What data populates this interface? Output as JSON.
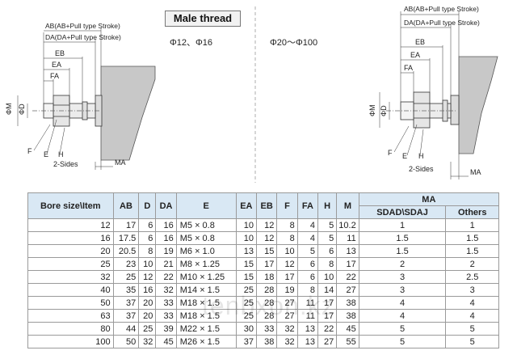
{
  "heading": "Male thread",
  "range_left": "Φ12、Φ16",
  "range_right": "Φ20～Φ100",
  "labels": {
    "ab": "AB(AB+Pull type Stroke)",
    "da": "DA(DA+Pull type Stroke)",
    "eb": "EB",
    "ea": "EA",
    "fa": "FA",
    "m": "ΦM",
    "d": "ΦD",
    "f": "F",
    "e": "E",
    "h": "H",
    "sides": "2-Sides",
    "ma": "MA"
  },
  "table": {
    "headers": [
      "Bore size\\Item",
      "AB",
      "D",
      "DA",
      "E",
      "EA",
      "EB",
      "F",
      "FA",
      "H",
      "M",
      "MA"
    ],
    "ma_sub": [
      "SDAD\\SDAJ",
      "Others"
    ],
    "rows": [
      [
        "12",
        "17",
        "6",
        "16",
        "M5 × 0.8",
        "10",
        "12",
        "8",
        "4",
        "5",
        "10.2",
        "1",
        "1"
      ],
      [
        "16",
        "17.5",
        "6",
        "16",
        "M5 × 0.8",
        "10",
        "12",
        "8",
        "4",
        "5",
        "11",
        "1.5",
        "1.5"
      ],
      [
        "20",
        "20.5",
        "8",
        "19",
        "M6 × 1.0",
        "13",
        "15",
        "10",
        "5",
        "6",
        "13",
        "1.5",
        "1.5"
      ],
      [
        "25",
        "23",
        "10",
        "21",
        "M8 × 1.25",
        "15",
        "17",
        "12",
        "6",
        "8",
        "17",
        "2",
        "2"
      ],
      [
        "32",
        "25",
        "12",
        "22",
        "M10 × 1.25",
        "15",
        "18",
        "17",
        "6",
        "10",
        "22",
        "3",
        "2.5"
      ],
      [
        "40",
        "35",
        "16",
        "32",
        "M14 × 1.5",
        "25",
        "28",
        "19",
        "8",
        "14",
        "27",
        "3",
        "3"
      ],
      [
        "50",
        "37",
        "20",
        "33",
        "M18 × 1.5",
        "25",
        "28",
        "27",
        "11",
        "17",
        "38",
        "4",
        "4"
      ],
      [
        "63",
        "37",
        "20",
        "33",
        "M18 × 1.5",
        "25",
        "28",
        "27",
        "11",
        "17",
        "38",
        "4",
        "4"
      ],
      [
        "80",
        "44",
        "25",
        "39",
        "M22 × 1.5",
        "30",
        "33",
        "32",
        "13",
        "22",
        "45",
        "5",
        "5"
      ],
      [
        "100",
        "50",
        "32",
        "45",
        "M26 × 1.5",
        "37",
        "38",
        "32",
        "13",
        "27",
        "55",
        "5",
        "5"
      ]
    ]
  },
  "watermark": "tenbxon.kz"
}
